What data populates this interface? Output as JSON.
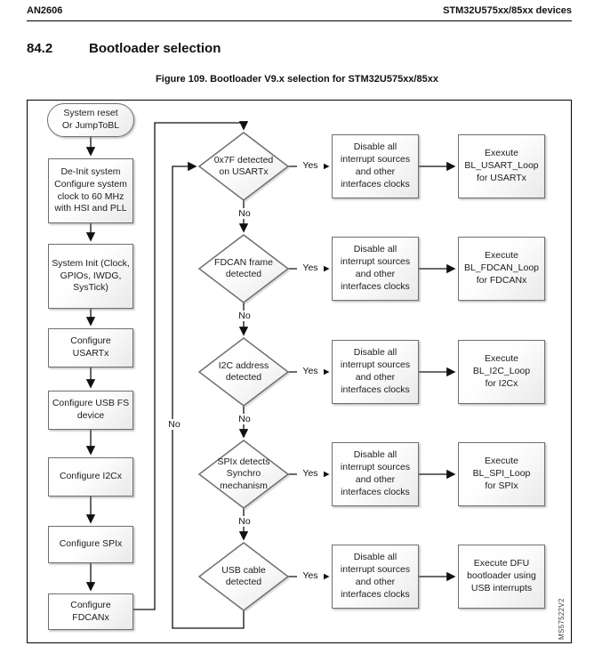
{
  "header": {
    "doc_id": "AN2606",
    "device": "STM32U575xx/85xx devices"
  },
  "section": {
    "number": "84.2",
    "title": "Bootloader selection"
  },
  "figure": {
    "caption": "Figure 109. Bootloader V9.x selection for STM32U575xx/85xx",
    "watermark": "MS57522V2"
  },
  "flowchart": {
    "start": "System reset\nOr JumpToBL",
    "left_steps": [
      "De-Init system\nConfigure system\nclock to 60 MHz\nwith HSI and PLL",
      "System Init (Clock,\nGPIOs, IWDG,\nSysTick)",
      "Configure\nUSARTx",
      "Configure USB FS\ndevice",
      "Configure I2Cx",
      "Configure SPIx",
      "Configure\nFDCANx"
    ],
    "loop_no_label": "No",
    "rows": [
      {
        "condition": "0x7F detected\non USARTx",
        "yes_label": "Yes",
        "no_label": "No",
        "disable": "Disable all\ninterrupt sources\nand other\ninterfaces clocks",
        "execute": "Exexute\nBL_USART_Loop\nfor USARTx"
      },
      {
        "condition": "FDCAN frame\ndetected",
        "yes_label": "Yes",
        "no_label": "No",
        "disable": "Disable all\ninterrupt sources\nand other\ninterfaces clocks",
        "execute": "Execute\nBL_FDCAN_Loop\nfor FDCANx"
      },
      {
        "condition": "I2C address\ndetected",
        "yes_label": "Yes",
        "no_label": "No",
        "disable": "Disable all\ninterrupt sources\nand other\ninterfaces clocks",
        "execute": "Execute\nBL_I2C_Loop\nfor I2Cx"
      },
      {
        "condition": "SPIx detects\nSynchro\nmechanism",
        "yes_label": "Yes",
        "no_label": "No",
        "disable": "Disable all\ninterrupt sources\nand other\ninterfaces clocks",
        "execute": "Execute\nBL_SPI_Loop\nfor SPIx"
      },
      {
        "condition": "USB cable\ndetected",
        "yes_label": "Yes",
        "disable": "Disable all\ninterrupt sources\nand other\ninterfaces clocks",
        "execute": "Execute DFU\nbootloader using\nUSB interrupts"
      }
    ]
  }
}
